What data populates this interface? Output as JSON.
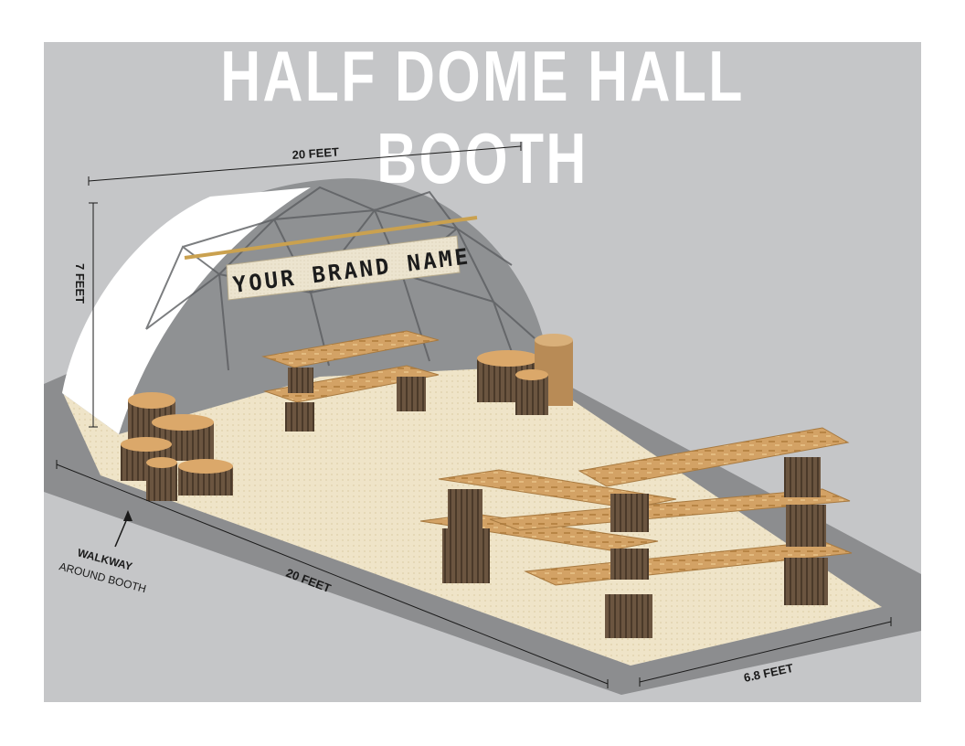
{
  "title": "HALF DOME HALL BOOTH",
  "banner": {
    "text": "YOUR BRAND NAME"
  },
  "dimensions": {
    "top_width": "20 FEET",
    "height": "7 FEET",
    "front_length": "20 FEET",
    "depth": "6.8 FEET"
  },
  "walkway": {
    "label": "WALKWAY",
    "sublabel": "AROUND BOOTH"
  },
  "colors": {
    "panel": "#c5c6c8",
    "walkway_floor": "#8c8d8f",
    "carpet": "#efe4c8",
    "dome": "#8f9193",
    "wood": "#c9975a",
    "bark": "#5e4a36"
  }
}
